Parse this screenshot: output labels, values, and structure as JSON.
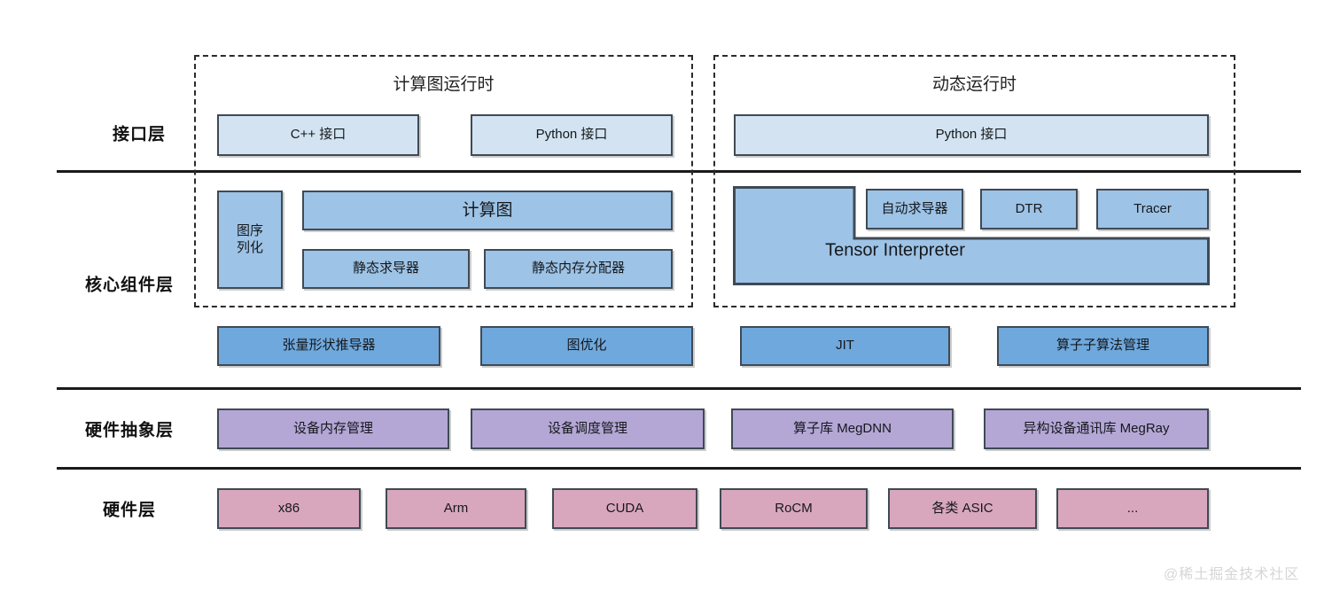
{
  "diagram": {
    "title_visible": false,
    "watermark": "@稀土掘金技术社区",
    "colors": {
      "interface_box": "#d3e3f1",
      "core_box": "#9dc3e6",
      "mid_box": "#6fa8dc",
      "hal_box": "#b4a7d6",
      "hardware_box": "#d9a7bd",
      "box_border": "#3f4a55",
      "rule": "#1a1a1a",
      "dashed_border": "#2b2b2b",
      "watermark": "#d6d6d6"
    }
  },
  "layer_labels": [
    {
      "name": "interface",
      "text": "接口层"
    },
    {
      "name": "core-component",
      "text": "核心组件层"
    },
    {
      "name": "hardware-abstraction",
      "text": "硬件抽象层"
    },
    {
      "name": "hardware",
      "text": "硬件层"
    }
  ],
  "groups": [
    {
      "name": "graph-runtime",
      "title": "计算图运行时"
    },
    {
      "name": "dynamic-runtime",
      "title": "动态运行时"
    }
  ],
  "interface_layer": {
    "graph_runtime": [
      {
        "label": "C++ 接口"
      },
      {
        "label": "Python 接口"
      }
    ],
    "dynamic_runtime": [
      {
        "label": "Python 接口"
      }
    ]
  },
  "core_layer": {
    "graph_runtime": [
      {
        "label": "图序\n列化",
        "line1": "图序",
        "line2": "列化"
      },
      {
        "label": "计算图"
      },
      {
        "label": "静态求导器"
      },
      {
        "label": "静态内存分配器"
      }
    ],
    "dynamic_runtime": [
      {
        "label": "自动求导器"
      },
      {
        "label": "DTR"
      },
      {
        "label": "Tracer"
      },
      {
        "label": "Tensor Interpreter"
      }
    ]
  },
  "mid_layer": [
    {
      "label": "张量形状推导器"
    },
    {
      "label": "图优化"
    },
    {
      "label": "JIT"
    },
    {
      "label": "算子子算法管理"
    }
  ],
  "hal_layer": [
    {
      "label": "设备内存管理"
    },
    {
      "label": "设备调度管理"
    },
    {
      "label": "算子库 MegDNN"
    },
    {
      "label": "异构设备通讯库 MegRay"
    }
  ],
  "hardware_layer": [
    {
      "label": "x86"
    },
    {
      "label": "Arm"
    },
    {
      "label": "CUDA"
    },
    {
      "label": "RoCM"
    },
    {
      "label": "各类 ASIC"
    },
    {
      "label": "..."
    }
  ]
}
